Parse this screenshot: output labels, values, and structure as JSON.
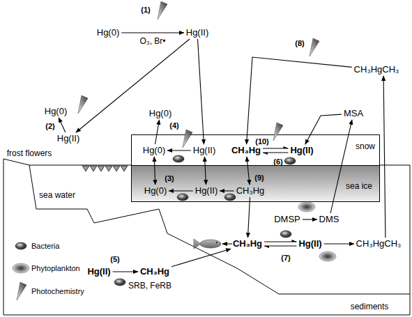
{
  "diagram": {
    "nodes": [
      {
        "text": [
          "Hg(0)"
        ]
      },
      {
        "text": [
          "Hg(II)"
        ]
      },
      {
        "text": [
          "CH₃HgCH₃"
        ]
      },
      {
        "text": [
          "Hg(0)"
        ]
      },
      {
        "text": [
          "Hg(II)"
        ]
      },
      {
        "text": [
          "Hg(0)"
        ]
      },
      {
        "text": [
          "MSA"
        ]
      },
      {
        "text": [
          "snow"
        ]
      },
      {
        "text": [
          "Hg(0)"
        ],
        "in": 7
      },
      {
        "text": [
          "Hg(II)"
        ],
        "in": 7
      },
      {
        "text": [
          "CH₃Hg"
        ],
        "in": 7
      },
      {
        "text": [
          "Hg(II)"
        ],
        "in": 7
      },
      {
        "text": [
          "sea ice"
        ]
      },
      {
        "text": [
          "Hg(0)"
        ],
        "in": 12
      },
      {
        "text": [
          "Hg(II)"
        ],
        "in": 12
      },
      {
        "text": [
          "CH₃Hg"
        ],
        "in": 12
      },
      {
        "text": [
          "DMSP"
        ]
      },
      {
        "text": [
          "DMS"
        ]
      },
      {
        "text": [
          "CH₃Hg"
        ]
      },
      {
        "text": [
          "Hg(II)"
        ]
      },
      {
        "text": [
          "CH₃HgCH₃"
        ]
      },
      {
        "text": [
          "Hg(II)"
        ]
      },
      {
        "text": [
          "CH₃Hg"
        ]
      }
    ],
    "edges": [
      {
        "from": 0,
        "to": 1,
        "arrow": "to",
        "label": "O₃, Br•"
      },
      {
        "from": 1,
        "to": 4,
        "arrow": "to"
      },
      {
        "from": 4,
        "to": 3,
        "arrow": "to"
      },
      {
        "from": 1,
        "to": 9,
        "arrow": "to"
      },
      {
        "from": 2,
        "to": 10,
        "arrow": "to"
      },
      {
        "from": 8,
        "to": 5,
        "arrow": "to"
      },
      {
        "from": 9,
        "to": 8,
        "arrow": "to"
      },
      {
        "from": 10,
        "to": 11,
        "arrow": "to"
      },
      {
        "from": 11,
        "to": 10,
        "arrow": "to"
      },
      {
        "from": 6,
        "to": 11,
        "arrow": "to"
      },
      {
        "from": 8,
        "to": 13,
        "arrow": "both"
      },
      {
        "from": 9,
        "to": 14,
        "arrow": "both"
      },
      {
        "from": 10,
        "to": 15,
        "arrow": "both"
      },
      {
        "from": 14,
        "to": 13,
        "arrow": "to"
      },
      {
        "from": 15,
        "to": 14,
        "arrow": "to"
      },
      {
        "from": 16,
        "to": 17,
        "arrow": "to"
      },
      {
        "from": 17,
        "to": 6,
        "arrow": "to"
      },
      {
        "from": 15,
        "to": 18,
        "arrow": "to"
      },
      {
        "from": 18,
        "to": 19,
        "arrow": "to"
      },
      {
        "from": 19,
        "to": 18,
        "arrow": "to"
      },
      {
        "from": 19,
        "to": 20,
        "arrow": "to"
      },
      {
        "from": 20,
        "to": 2,
        "arrow": "to"
      },
      {
        "from": 21,
        "to": 22,
        "arrow": "to"
      },
      {
        "from": 22,
        "to": 18,
        "arrow": "to"
      }
    ],
    "labels": [
      "(1)",
      "(8)",
      "(4)",
      "(2)",
      "(10)",
      "frost flowers",
      "(6)",
      "(3)",
      "(9)",
      "sea water",
      "(7)",
      "(5)",
      "SRB, FeRB",
      "sediments"
    ],
    "legend": [
      {
        "text": "Bacteria"
      },
      {
        "text": "Phytoplankton"
      },
      {
        "text": "Photochemistry"
      }
    ]
  }
}
